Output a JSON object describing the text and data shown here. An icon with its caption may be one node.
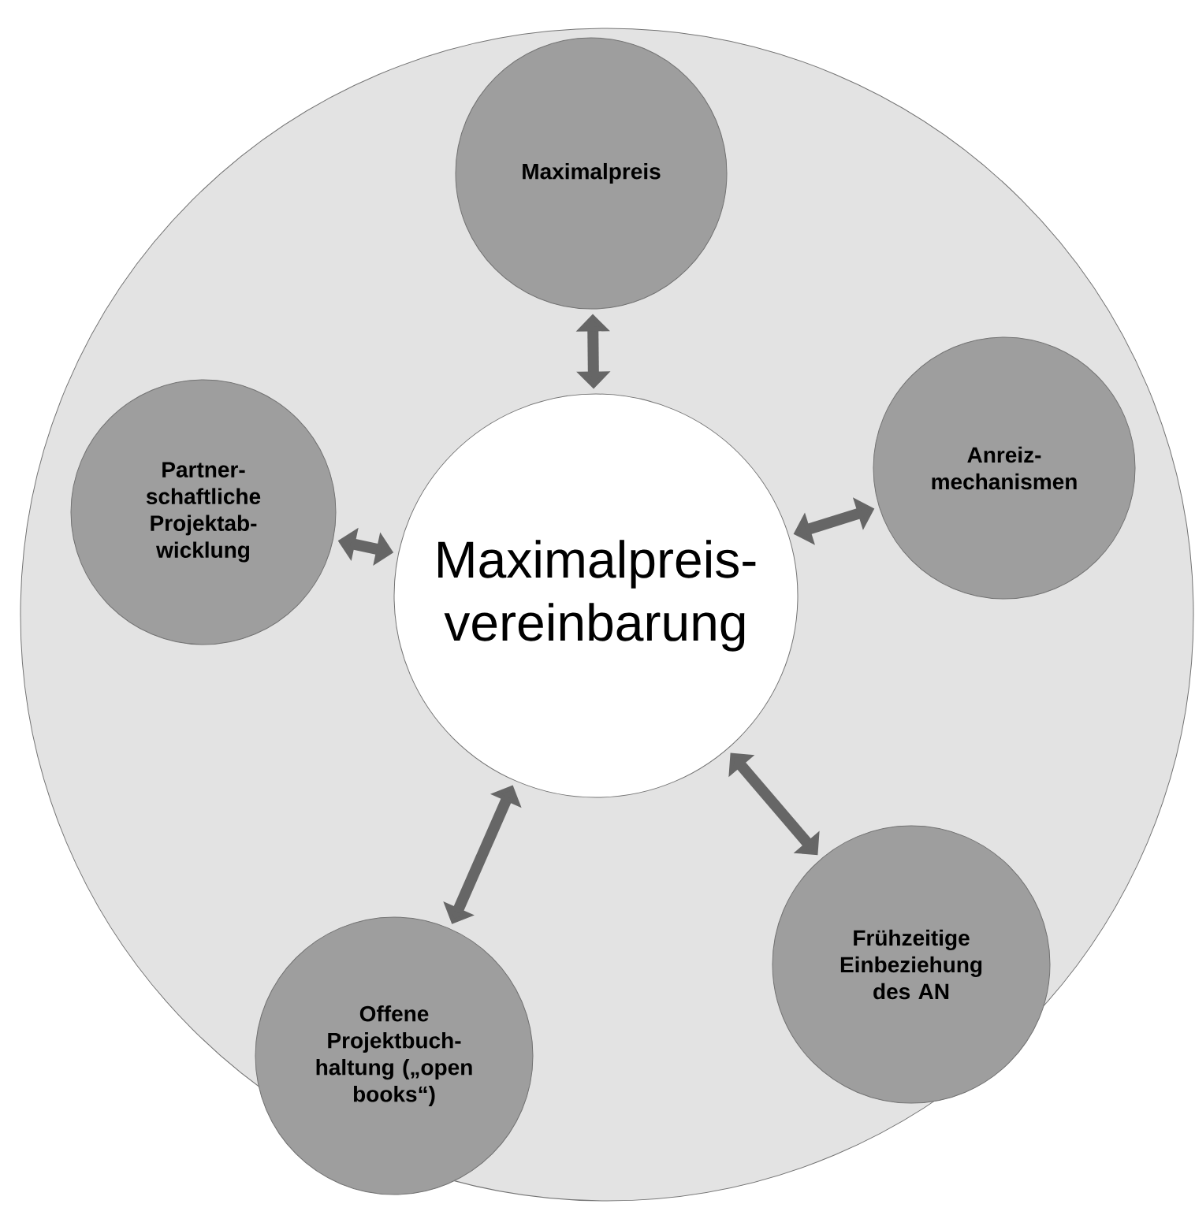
{
  "diagram": {
    "nodes": [
      {
        "text": [],
        "shape": "circle"
      },
      {
        "text": [
          "Maximalpreis- vereinbarung"
        ],
        "in": 0
      },
      {
        "text": [
          "Maximalpreis"
        ],
        "in": 0
      },
      {
        "text": [
          "Anreiz- mechanismen"
        ],
        "in": 0
      },
      {
        "text": [
          "Partner- schaftliche Projektab- wicklung"
        ],
        "in": 0
      },
      {
        "text": [
          "Offene Projektbuch- haltung („open books“)"
        ],
        "in": 0
      },
      {
        "text": [
          "Frühzeitige Einbeziehung des AN"
        ],
        "in": 0
      }
    ],
    "edges": [
      {
        "from": 1,
        "to": 2,
        "arrow": "both"
      },
      {
        "from": 1,
        "to": 3,
        "arrow": "both"
      },
      {
        "from": 1,
        "to": 4,
        "arrow": "both"
      },
      {
        "from": 1,
        "to": 5,
        "arrow": "both"
      },
      {
        "from": 1,
        "to": 6,
        "arrow": "both"
      }
    ]
  }
}
